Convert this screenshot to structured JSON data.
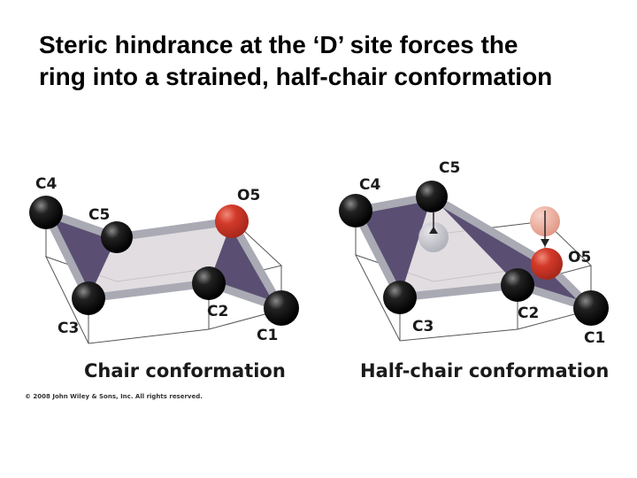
{
  "title": {
    "line1": "Steric hindrance at the ‘D’ site forces the",
    "line2": "ring into a strained, half-chair conformation"
  },
  "chair": {
    "caption": "Chair conformation",
    "labels": {
      "c1": "C1",
      "c2": "C2",
      "c3": "C3",
      "c4": "C4",
      "c5": "C5",
      "o5": "O5"
    }
  },
  "half_chair": {
    "caption": "Half-chair conformation",
    "labels": {
      "c1": "C1",
      "c2": "C2",
      "c3": "C3",
      "c4": "C4",
      "c5": "C5",
      "o5": "O5"
    }
  },
  "copyright": "© 2008 John Wiley & Sons, Inc. All rights reserved.",
  "colors": {
    "carbon": "#111111",
    "oxygen": "#d33a2a",
    "oxygen_faded": "#eab0a0",
    "ring_plane": "#ddd7dc",
    "ring_dark": "#5a4f72",
    "bond": "#a9aab4"
  }
}
